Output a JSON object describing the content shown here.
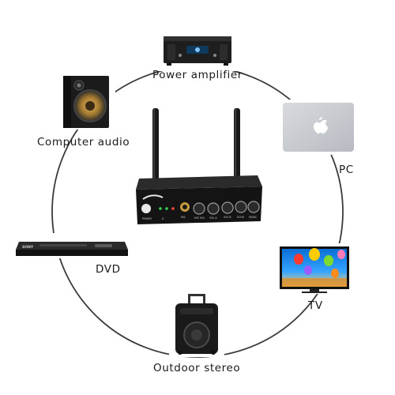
{
  "diagram": {
    "center_device": {
      "panel_labels": [
        "POWER",
        "A",
        "MIC",
        "MIC VOL",
        "VOL A",
        "VOL B",
        "ECHO",
        "MUSIC"
      ]
    },
    "devices": [
      {
        "key": "power_amplifier",
        "label": "Power amplifier"
      },
      {
        "key": "computer_audio",
        "label": "Computer audio"
      },
      {
        "key": "pc",
        "label": "PC"
      },
      {
        "key": "dvd",
        "label": "DVD"
      },
      {
        "key": "tv",
        "label": "TV"
      },
      {
        "key": "outdoor_stereo",
        "label": "Outdoor stereo"
      }
    ],
    "colors": {
      "ring": "#3a3a3a",
      "device_dark": "#1c1c1c",
      "laptop_silver": "#c9ccd0",
      "accent_green": "#39d353"
    }
  }
}
